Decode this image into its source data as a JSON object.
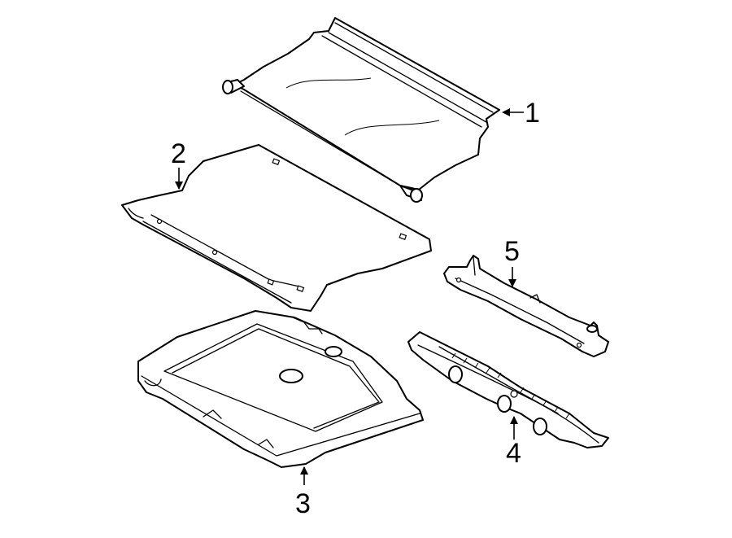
{
  "diagram": {
    "callouts": [
      {
        "id": "1",
        "label": "1"
      },
      {
        "id": "2",
        "label": "2"
      },
      {
        "id": "3",
        "label": "3"
      },
      {
        "id": "4",
        "label": "4"
      },
      {
        "id": "5",
        "label": "5"
      }
    ]
  },
  "colors": {
    "ink": "#000000",
    "paper": "#ffffff"
  }
}
